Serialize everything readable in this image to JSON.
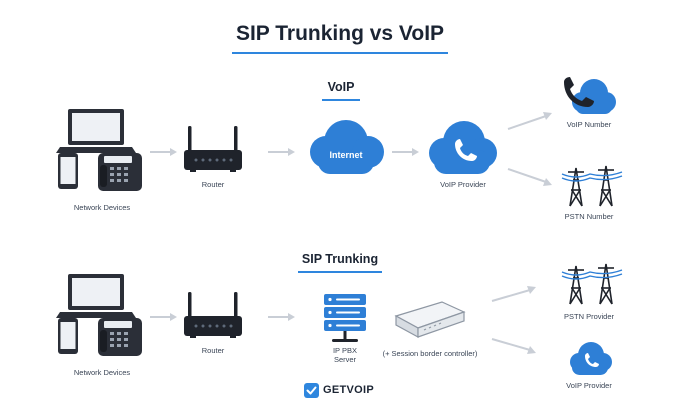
{
  "title": "SIP Trunking vs VoIP",
  "voip": {
    "section_title": "VoIP",
    "network_devices": "Network Devices",
    "router": "Router",
    "internet": "Internet",
    "voip_provider": "VoIP Provider",
    "voip_number": "VoIP Number",
    "pstn_number": "PSTN Number"
  },
  "sip": {
    "section_title": "SIP Trunking",
    "network_devices": "Network Devices",
    "router": "Router",
    "pbx_line1": "IP PBX",
    "pbx_line2": "Server",
    "sbc": "(+ Session border controller)",
    "pstn_provider": "PSTN Provider",
    "voip_provider": "VoIP Provider"
  },
  "brand": {
    "name": "GETVOIP",
    "logo_icon": "check-badge-icon"
  },
  "colors": {
    "accent": "#2e86de",
    "dark": "#1b2433",
    "arrow": "#c9ced6"
  }
}
